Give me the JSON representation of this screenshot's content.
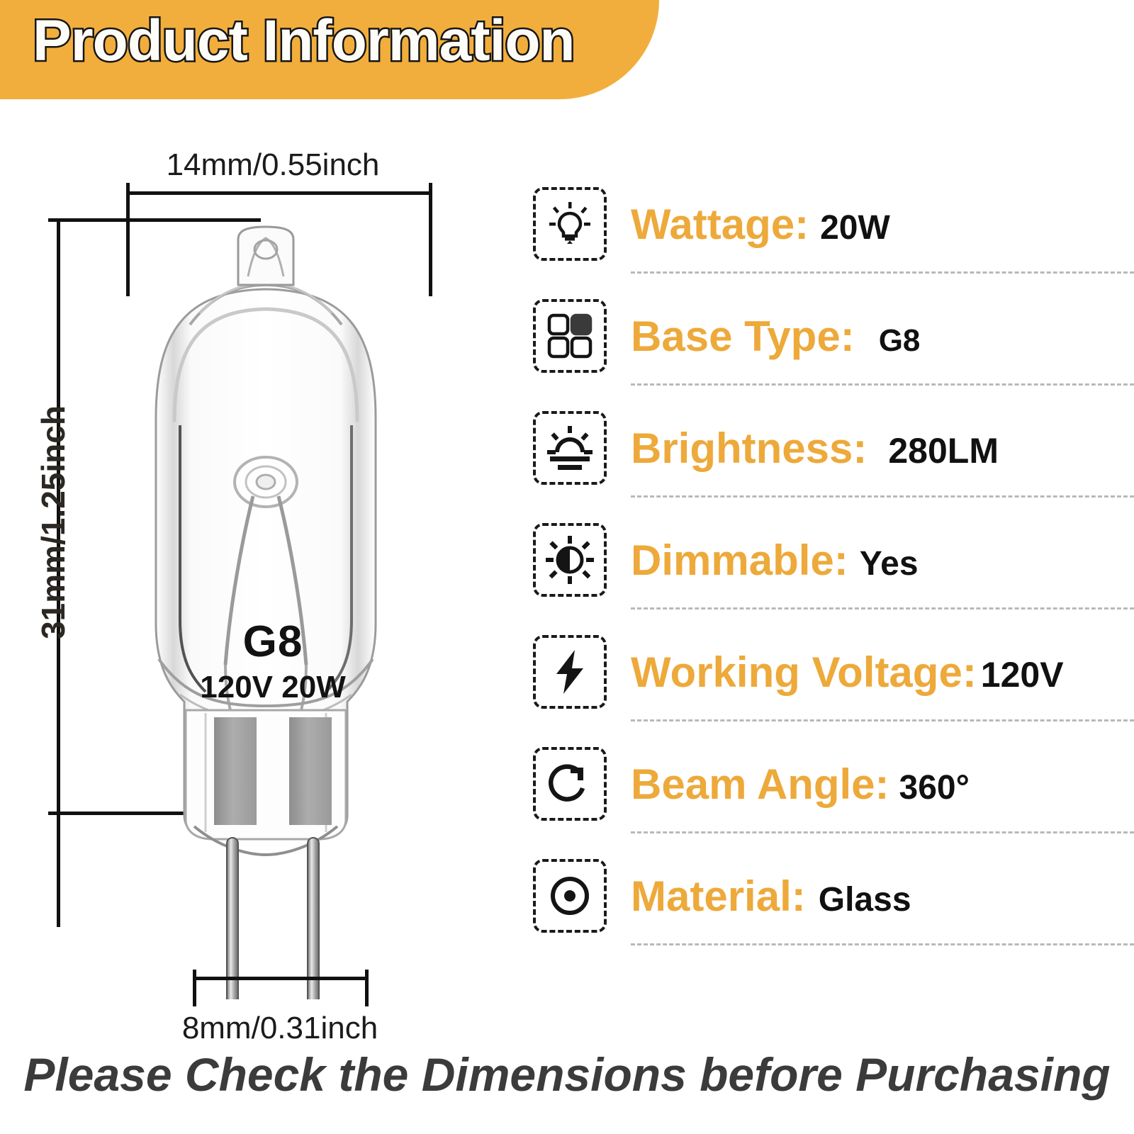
{
  "header": {
    "title": "Product Information",
    "banner_color": "#F2AE3C"
  },
  "diagram": {
    "width_dimension": "14mm/0.55inch",
    "height_dimension": "31mm/1.25inch",
    "pin_spacing_dimension": "8mm/0.31inch",
    "bulb_marking_base": "G8",
    "bulb_marking_spec": "120V 20W"
  },
  "specs": {
    "label_color": "#EDA93A",
    "value_color": "#111111",
    "rows": [
      {
        "icon": "light-bulb-icon",
        "label": "Wattage:",
        "value": "20W"
      },
      {
        "icon": "grid-squares-icon",
        "label": "Base Type:",
        "value": "G8"
      },
      {
        "icon": "sunrise-icon",
        "label": "Brightness:",
        "value": "280LM"
      },
      {
        "icon": "half-sun-icon",
        "label": "Dimmable:",
        "value": "Yes"
      },
      {
        "icon": "lightning-bolt-icon",
        "label": "Working Voltage:",
        "value": "120V"
      },
      {
        "icon": "rotate-arrow-icon",
        "label": "Beam Angle:",
        "value": "360°"
      },
      {
        "icon": "circle-dot-icon",
        "label": "Material:",
        "value": "Glass"
      }
    ]
  },
  "footer": {
    "note": "Please Check the Dimensions before Purchasing"
  }
}
